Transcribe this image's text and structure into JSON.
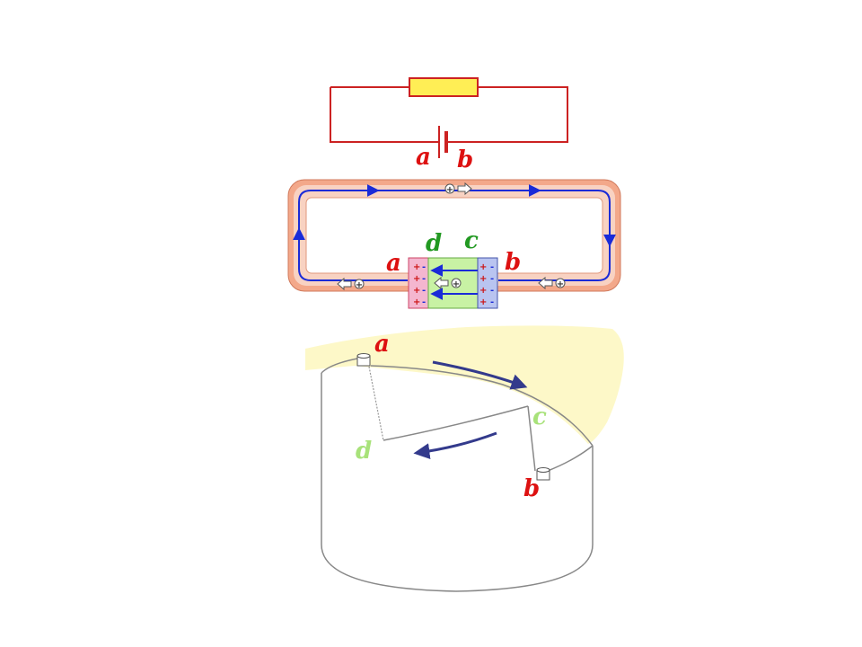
{
  "colors": {
    "wire_red": "#cc2222",
    "resistor_fill": "#ffee55",
    "loop_outer": "#f3a88a",
    "loop_inner": "#f8d2c2",
    "current_blue": "#1a2bd8",
    "plate_pink": "#f4b6cf",
    "plate_blue": "#b9c4f0",
    "electrolyte_green": "#c8f2a4",
    "label_red": "#dd1111",
    "label_green": "#229922",
    "label_lightgreen": "#a8e27a",
    "yellow_region": "#fdf8c8",
    "outline_gray": "#888888",
    "arrow_navy": "#333a8c"
  },
  "circuit": {
    "terminal_a": "a",
    "terminal_b": "b"
  },
  "cell_diagram": {
    "plate_left": "a",
    "plate_right": "b",
    "layer_d": "d",
    "layer_c": "c",
    "left_signs": [
      "+",
      "+",
      "+",
      "+"
    ],
    "left_inner_signs": [
      "-",
      "-",
      "-",
      "-"
    ],
    "right_inner_signs": [
      "+",
      "+",
      "+",
      "+"
    ],
    "right_signs": [
      "-",
      "-",
      "-",
      "-"
    ],
    "charge_symbol": "+"
  },
  "cylinder_diagram": {
    "point_a": "a",
    "point_b": "b",
    "point_c": "c",
    "point_d": "d"
  }
}
